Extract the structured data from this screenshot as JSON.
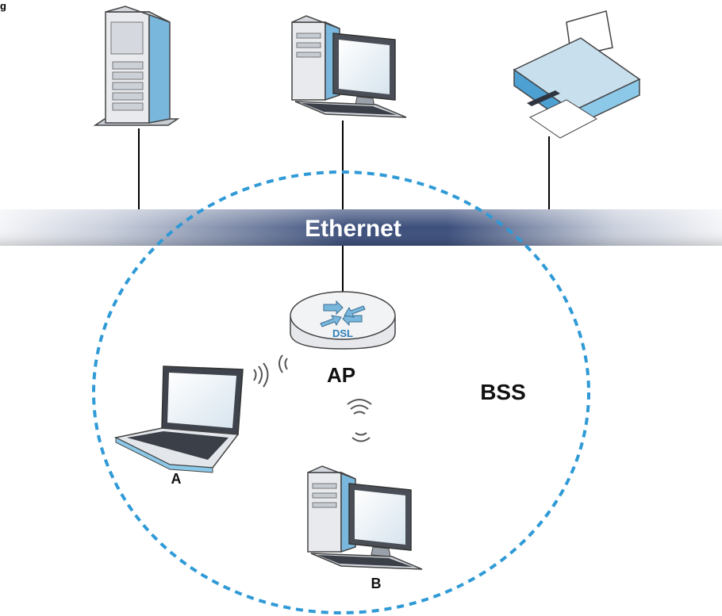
{
  "figure_label": "g",
  "network": {
    "bus_label": "Ethernet",
    "ap_label": "AP",
    "router_badge": "DSL",
    "bss_label": "BSS",
    "station_a_label": "A",
    "station_b_label": "B"
  },
  "colors": {
    "bss_circle": "#2f9ad6",
    "bus_dark": "#3c4f7c",
    "bus_light": "#e9ecf3",
    "device_blue": "#8cc8e8",
    "device_gray": "#d9dde2"
  },
  "icons": [
    "server-icon",
    "desktop-computer-icon",
    "printer-icon",
    "router-icon",
    "laptop-icon",
    "wireless-signal-icon"
  ]
}
